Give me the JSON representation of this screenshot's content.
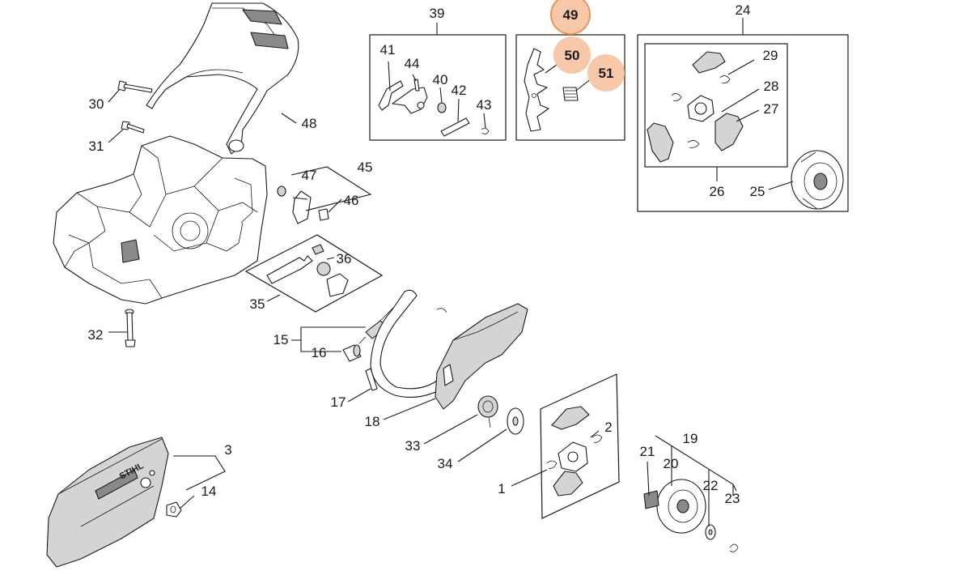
{
  "title": "Chainsaw crankcase, clutch and chain brake exploded parts diagram",
  "highlight_color": "#f7c8a8",
  "highlight_ring_color": "#e8945c",
  "parts": {
    "p1": "1",
    "p2": "2",
    "p3": "3",
    "p14": "14",
    "p15": "15",
    "p16": "16",
    "p17": "17",
    "p18": "18",
    "p19": "19",
    "p20": "20",
    "p21": "21",
    "p22": "22",
    "p23": "23",
    "p24": "24",
    "p25": "25",
    "p26": "26",
    "p27": "27",
    "p28": "28",
    "p29": "29",
    "p30": "30",
    "p31": "31",
    "p32": "32",
    "p33": "33",
    "p34": "34",
    "p35": "35",
    "p36": "36",
    "p39": "39",
    "p40": "40",
    "p41": "41",
    "p42": "42",
    "p43": "43",
    "p44": "44",
    "p45": "45",
    "p46": "46",
    "p47": "47",
    "p48": "48",
    "p49": "49",
    "p50": "50",
    "p51": "51"
  },
  "highlighted_parts": [
    "49",
    "50",
    "51"
  ],
  "logo_text": "STIHL"
}
